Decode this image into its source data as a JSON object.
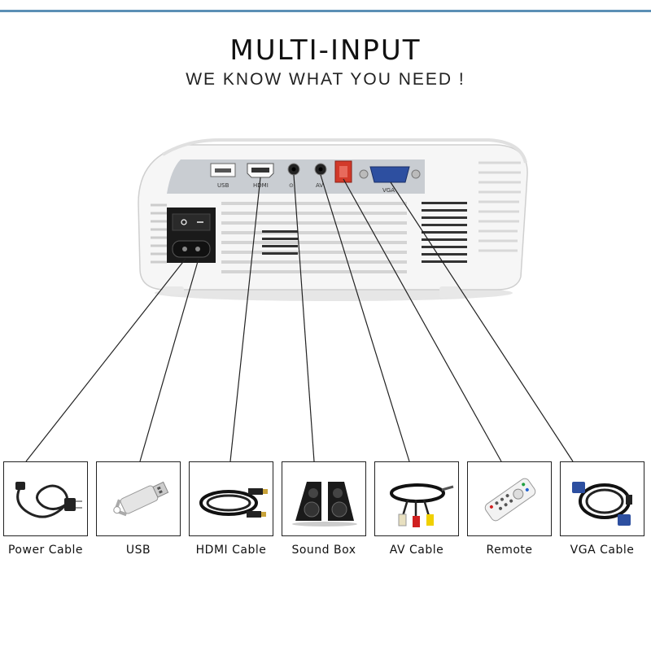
{
  "header": {
    "title": "MULTI-INPUT",
    "subtitle": "WE KNOW WHAT YOU NEED !"
  },
  "ports": {
    "usb": "USB",
    "hdmi": "HDMI",
    "audio": "⊙",
    "av": "AV",
    "vga": "VGA"
  },
  "accessories": [
    {
      "label": "Power Cable",
      "icon": "power-cable-icon"
    },
    {
      "label": "USB",
      "icon": "usb-stick-icon"
    },
    {
      "label": "HDMI Cable",
      "icon": "hdmi-cable-icon"
    },
    {
      "label": "Sound Box",
      "icon": "speaker-icon"
    },
    {
      "label": "AV Cable",
      "icon": "av-cable-icon"
    },
    {
      "label": "Remote",
      "icon": "remote-icon"
    },
    {
      "label": "VGA Cable",
      "icon": "vga-cable-icon"
    }
  ],
  "colors": {
    "accent_rule": "#5b8fb5",
    "projector_body": "#f4f4f4",
    "port_panel": "#c9cdd2",
    "red_port": "#d23a2a",
    "vga_port": "#2d4fa0"
  }
}
